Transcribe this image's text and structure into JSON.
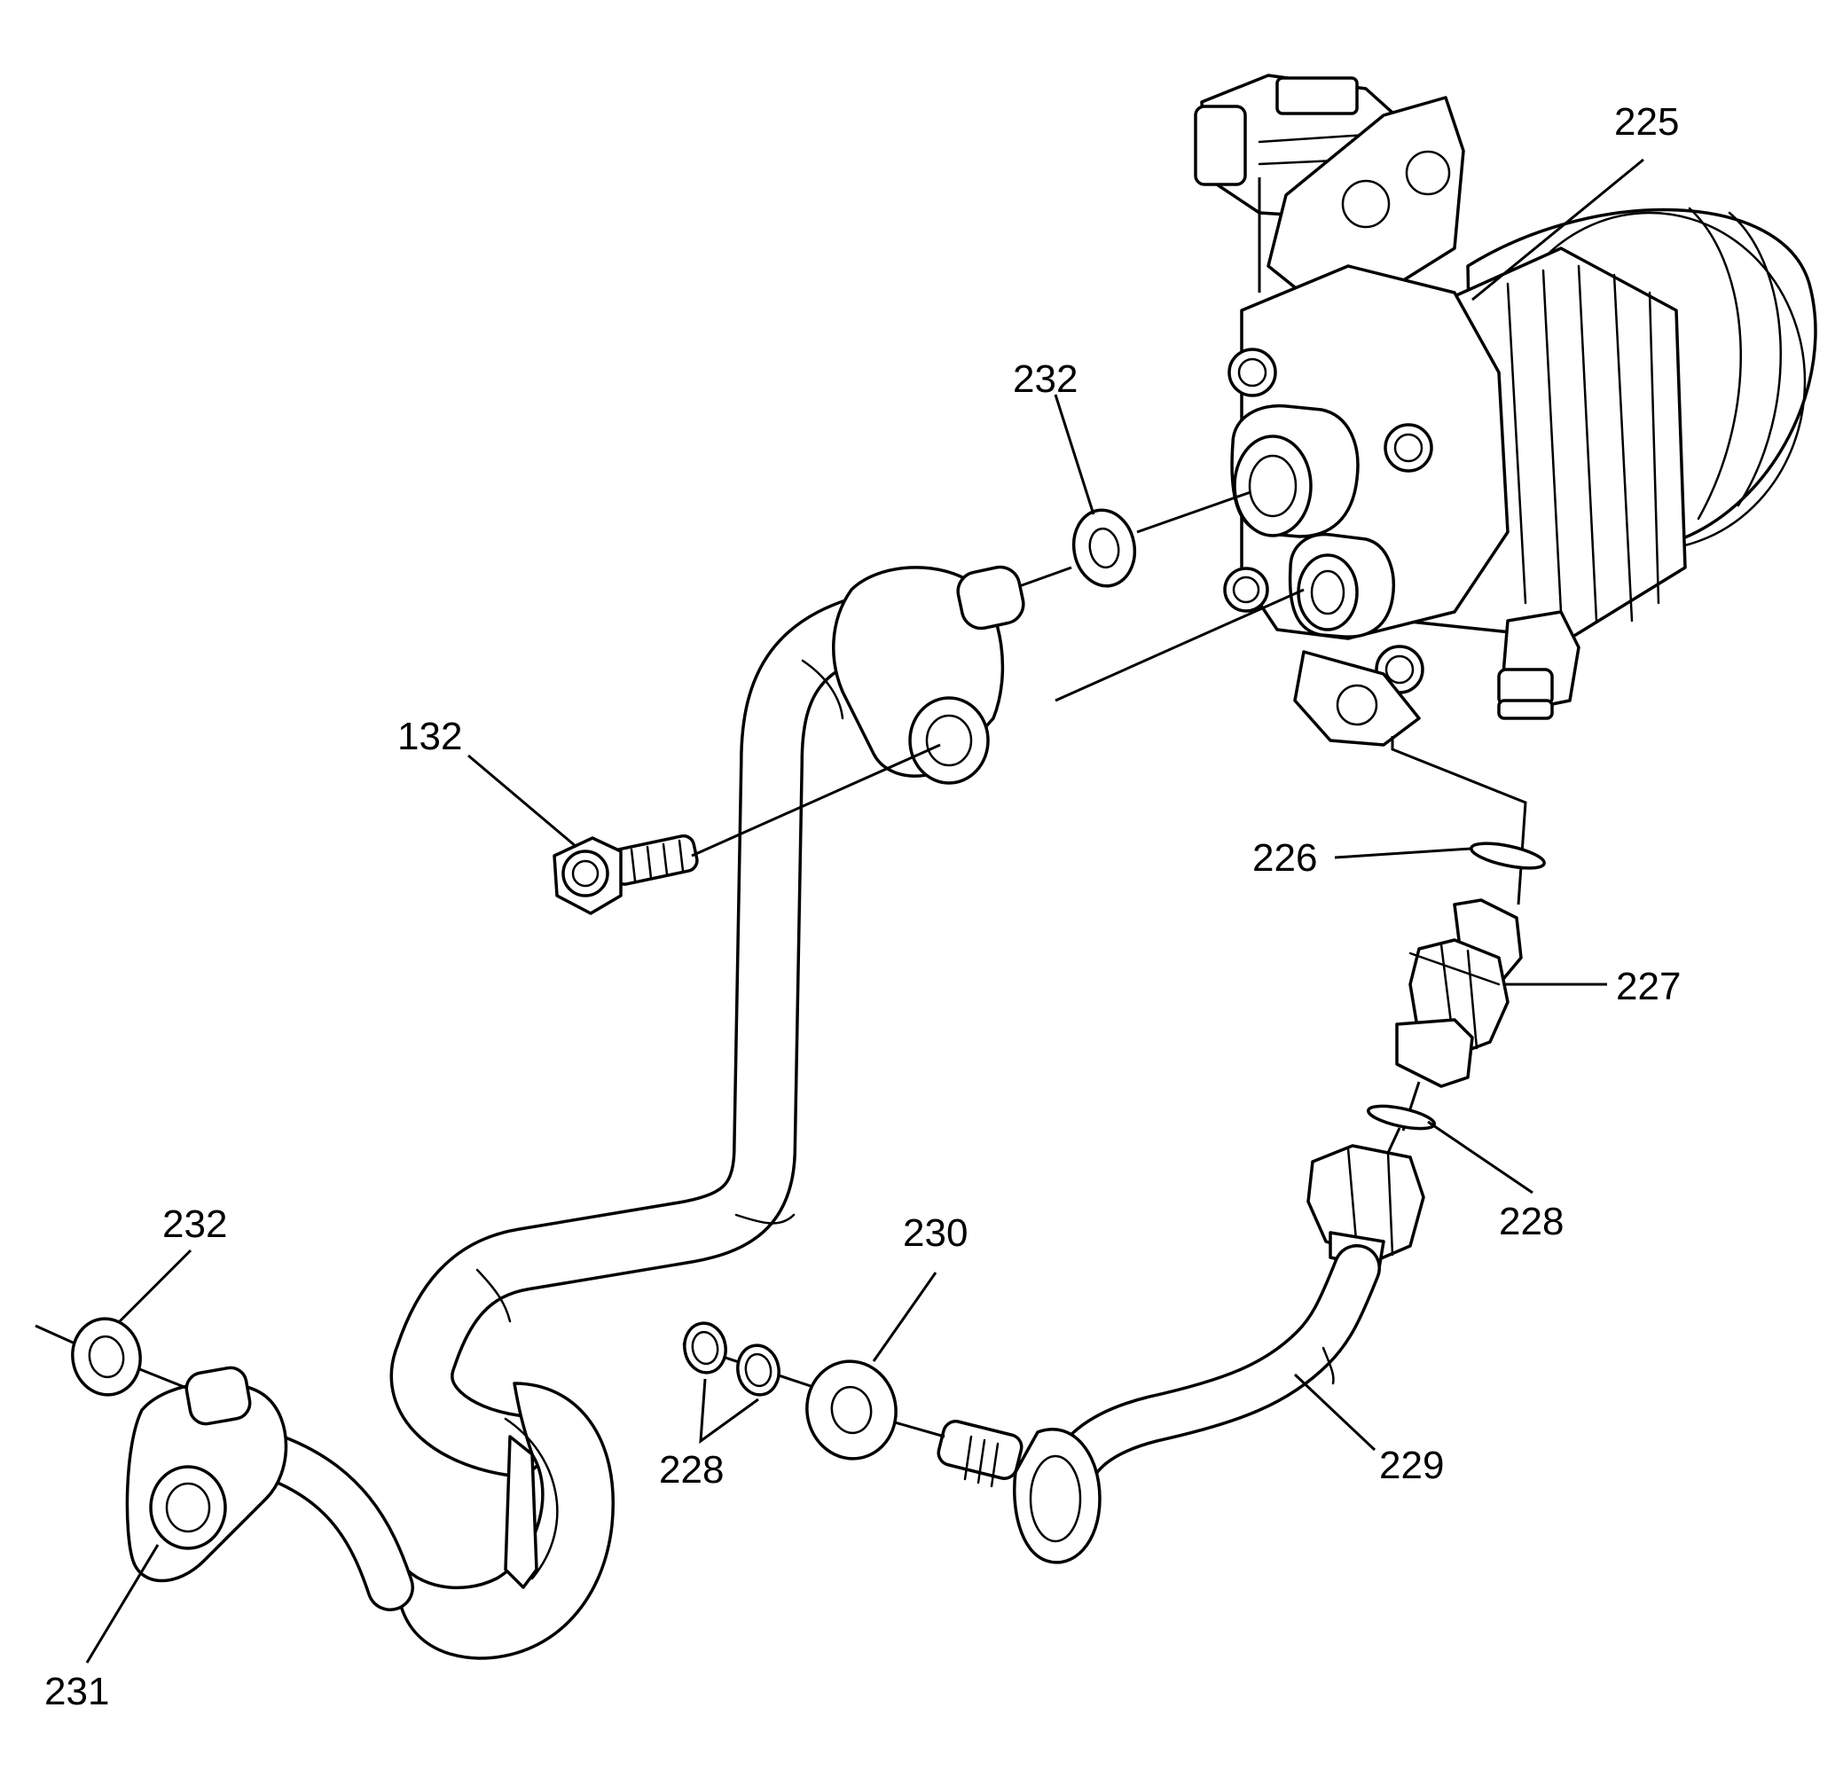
{
  "callouts": {
    "c225": "225",
    "c232_top": "232",
    "c132": "132",
    "c226": "226",
    "c227": "227",
    "c228_right": "228",
    "c232_left": "232",
    "c230": "230",
    "c228_left": "228",
    "c229": "229",
    "c231": "231"
  }
}
